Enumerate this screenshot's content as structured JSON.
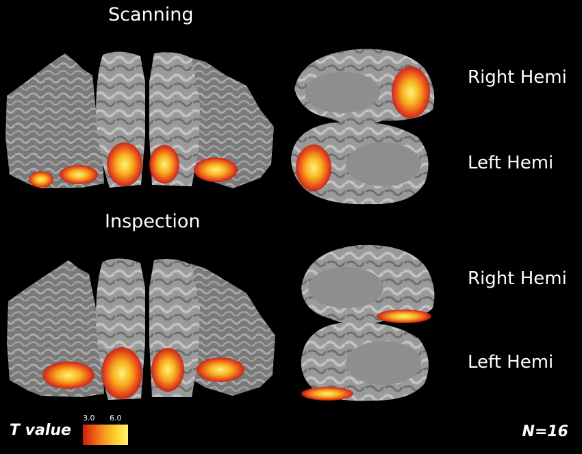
{
  "panels": [
    {
      "title": "Scanning",
      "hemi_labels": [
        "Right Hemi",
        "Left Hemi"
      ]
    },
    {
      "title": "Inspection",
      "hemi_labels": [
        "Right Hemi",
        "Left Hemi"
      ]
    }
  ],
  "legend": {
    "title": "T value",
    "min_label": "3.0",
    "max_label": "6.0",
    "colors": [
      "#d01a10",
      "#f05a14",
      "#f8a020",
      "#ffd530",
      "#fff27a"
    ]
  },
  "sample_size": "N=16",
  "colors": {
    "background": "#000000",
    "cortex_dark": "#6e6e6e",
    "cortex_light": "#a8a8a8",
    "activation_low": "#d82a12",
    "activation_high": "#fff27a"
  }
}
